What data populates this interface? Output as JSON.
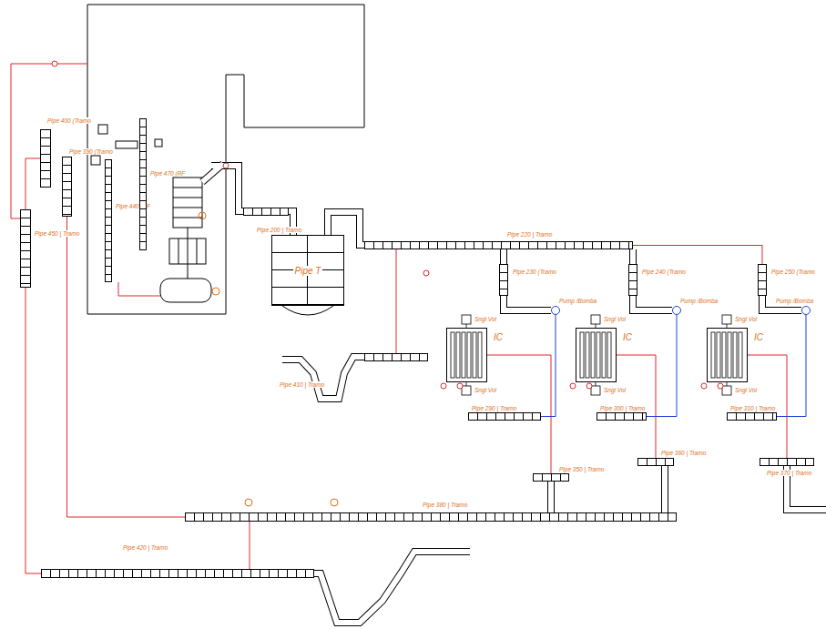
{
  "diagram": {
    "nodes": [
      {
        "text": [
          "Pipe 400 (Tramo"
        ]
      },
      {
        "text": [
          "Pipe 390 (Tramo"
        ]
      },
      {
        "text": [
          "Pipe 450 | Tramo"
        ]
      },
      {
        "text": [
          "Pipe 440 (RF"
        ]
      },
      {
        "text": [
          "Pipe 470 (RF"
        ]
      },
      {
        "text": [
          "Pipe 200 | Tramo"
        ]
      },
      {
        "text": [
          "Pipe T"
        ]
      },
      {
        "text": [
          "Pipe 220 | Tramo"
        ]
      },
      {
        "text": [
          "Pipe 230 (Tramo"
        ]
      },
      {
        "text": [
          "Pipe 240 (Tramo"
        ]
      },
      {
        "text": [
          "Pipe 250 (Tramo"
        ]
      },
      {
        "text": [
          "Pump /Bomba"
        ]
      },
      {
        "text": [
          "Pump /Bomba"
        ]
      },
      {
        "text": [
          "Pump /Bomba"
        ]
      },
      {
        "text": [
          "IC"
        ]
      },
      {
        "text": [
          "IC"
        ]
      },
      {
        "text": [
          "IC"
        ]
      },
      {
        "text": [
          "Pipe 290 | Tramo"
        ]
      },
      {
        "text": [
          "Pipe 300 | Tramo"
        ]
      },
      {
        "text": [
          "Pipe 310 | Tramo"
        ]
      },
      {
        "text": [
          "Pipe 410 | Tramo"
        ]
      },
      {
        "text": [
          "Pipe 350 | Tramo"
        ]
      },
      {
        "text": [
          "Pipe 360 | Tramo"
        ]
      },
      {
        "text": [
          "Pipe 370 | Tramo"
        ]
      },
      {
        "text": [
          "Pipe 380 | Tramo"
        ]
      },
      {
        "text": [
          "Pipe 420 | Tramo"
        ]
      }
    ],
    "edges": [
      {
        "from": 0,
        "to": 2,
        "arrow": "none"
      },
      {
        "from": 1,
        "to": 24,
        "arrow": "none"
      },
      {
        "from": 2,
        "to": 25,
        "arrow": "none"
      },
      {
        "from": 20,
        "to": 7,
        "arrow": "none"
      },
      {
        "from": 7,
        "to": 10,
        "arrow": "none"
      },
      {
        "from": 14,
        "to": 21,
        "arrow": "none"
      },
      {
        "from": 15,
        "to": 22,
        "arrow": "none"
      },
      {
        "from": 16,
        "to": 23,
        "arrow": "none"
      },
      {
        "from": 11,
        "to": 17,
        "arrow": "none"
      },
      {
        "from": 12,
        "to": 18,
        "arrow": "none"
      },
      {
        "from": 13,
        "to": 19,
        "arrow": "none"
      },
      {
        "from": 24,
        "to": 25,
        "arrow": "none"
      }
    ],
    "labels": [
      "Sngl Vol",
      "Sngl Vol",
      "Sngl Vol",
      "Sngl Vol",
      "Sngl Vol",
      "Sngl Vol"
    ]
  }
}
